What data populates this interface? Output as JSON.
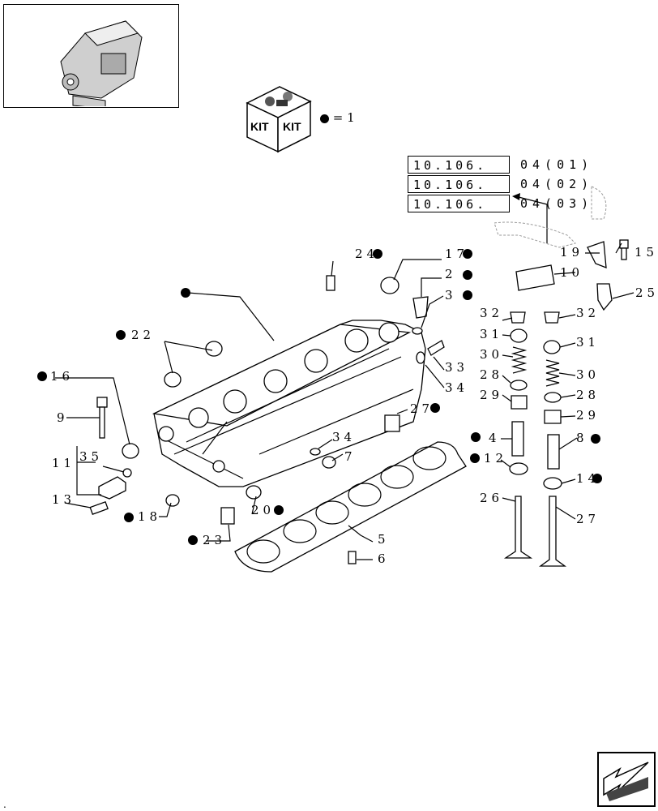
{
  "kit": {
    "label_left": "KIT",
    "label_right": "KIT",
    "legend": "= 1"
  },
  "references": [
    {
      "code": "10.106.",
      "suffix": "04(01)"
    },
    {
      "code": "10.106.",
      "suffix": "04(02)"
    },
    {
      "code": "10.106.",
      "suffix": "04(03)"
    }
  ],
  "callouts": {
    "c24": "24",
    "c17": "17",
    "c2": "2",
    "c3": "3",
    "c22": "22",
    "c16": "16",
    "c9": "9",
    "c11": "11",
    "c35": "35",
    "c13": "13",
    "c18": "18",
    "c23": "23",
    "c20": "20",
    "c5": "5",
    "c6": "6",
    "c7": "7",
    "c34a": "34",
    "c34b": "34",
    "c33": "33",
    "c27a": "27",
    "c19": "19",
    "c15": "15",
    "c10": "10",
    "c25": "25",
    "c32a": "32",
    "c32b": "32",
    "c31a": "31",
    "c31b": "31",
    "c30a": "30",
    "c30b": "30",
    "c28a": "28",
    "c28b": "28",
    "c29a": "29",
    "c29b": "29",
    "c4": "4",
    "c8": "8",
    "c12": "12",
    "c14": "14",
    "c26": "26",
    "c27b": "27"
  },
  "footer_mark": "."
}
